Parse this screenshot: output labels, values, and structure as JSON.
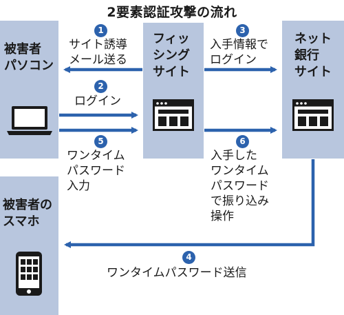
{
  "title": "2要素認証攻撃の流れ",
  "nodes": {
    "pc": "被害者\nパソコン",
    "phishing": "フィッ\nシング\nサイト",
    "bank": "ネット\n銀行\nサイト",
    "phone": "被害者の\nスマホ"
  },
  "steps": [
    {
      "num": "1",
      "text": "サイト誘導\nメール送る"
    },
    {
      "num": "2",
      "text": "ログイン"
    },
    {
      "num": "3",
      "text": "入手情報で\nログイン"
    },
    {
      "num": "4",
      "text": "ワンタイムパスワード送信"
    },
    {
      "num": "5",
      "text": "ワンタイム\nパスワード\n入力"
    },
    {
      "num": "6",
      "text": "入手した\nワンタイム\nパスワード\nで振り込み\n操作"
    }
  ],
  "colors": {
    "box": "#b8c6de",
    "arrow": "#2c62ad",
    "icon": "#1a1a1a"
  }
}
